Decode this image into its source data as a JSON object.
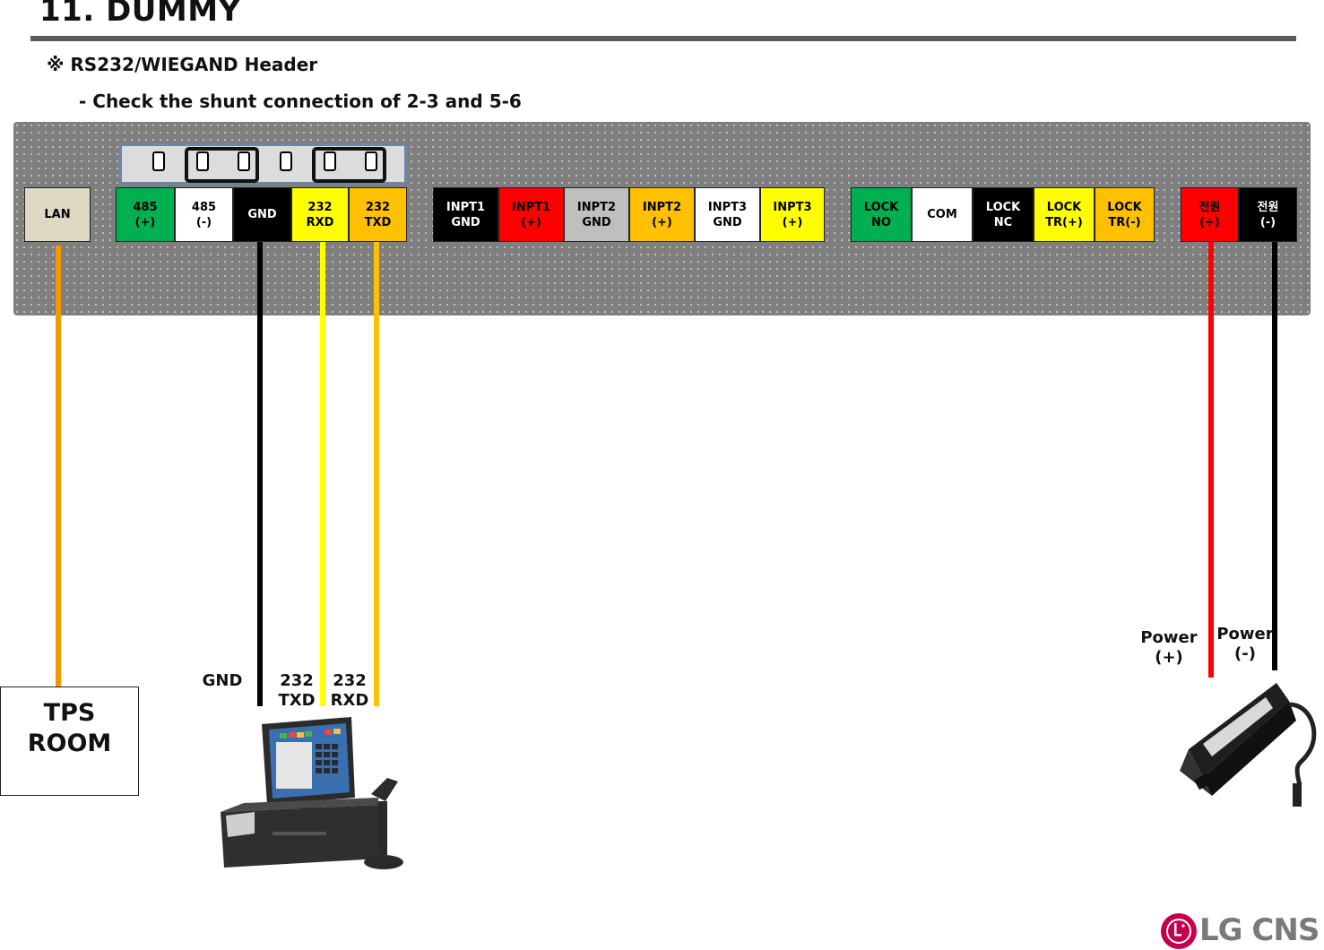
{
  "title": "11. DUMMY",
  "note": "※  RS232/WIEGAND Header",
  "subnote": "- Check the shunt connection of 2-3 and 5-6",
  "terminals": [
    {
      "label": "LAN",
      "bg": "#ddd9c3",
      "fg": "#000000"
    },
    {
      "label": "485\n(+)",
      "bg": "#00b050",
      "fg": "#000000"
    },
    {
      "label": "485\n(-)",
      "bg": "#ffffff",
      "fg": "#000000"
    },
    {
      "label": "GND",
      "bg": "#000000",
      "fg": "#ffffff"
    },
    {
      "label": "232\nRXD",
      "bg": "#ffff00",
      "fg": "#000000"
    },
    {
      "label": "232\nTXD",
      "bg": "#ffc000",
      "fg": "#000000"
    },
    {
      "label": "INPT1\nGND",
      "bg": "#000000",
      "fg": "#ffffff"
    },
    {
      "label": "INPT1\n(+)",
      "bg": "#ff0000",
      "fg": "#000000"
    },
    {
      "label": "INPT2\nGND",
      "bg": "#bfbfbf",
      "fg": "#000000"
    },
    {
      "label": "INPT2\n(+)",
      "bg": "#ffc000",
      "fg": "#000000"
    },
    {
      "label": "INPT3\nGND",
      "bg": "#ffffff",
      "fg": "#000000"
    },
    {
      "label": "INPT3\n(+)",
      "bg": "#ffff00",
      "fg": "#000000"
    },
    {
      "label": "LOCK\nNO",
      "bg": "#00b050",
      "fg": "#000000"
    },
    {
      "label": "COM",
      "bg": "#ffffff",
      "fg": "#000000"
    },
    {
      "label": "LOCK\nNC",
      "bg": "#000000",
      "fg": "#ffffff"
    },
    {
      "label": "LOCK\nTR(+)",
      "bg": "#ffff00",
      "fg": "#000000"
    },
    {
      "label": "LOCK\nTR(-)",
      "bg": "#ffc000",
      "fg": "#000000"
    },
    {
      "label": "전원\n(+)",
      "bg": "#ff0000",
      "fg": "#000000"
    },
    {
      "label": "전원\n(-)",
      "bg": "#000000",
      "fg": "#ffffff"
    }
  ],
  "wire_labels": {
    "gnd": "GND",
    "txd": "232\nTXD",
    "rxd": "232\nRXD",
    "power_plus": "Power\n(+)",
    "power_minus": "Power\n(-)"
  },
  "tps_room": "TPS\nROOM",
  "logo": "LG CNS",
  "colors": {
    "lan_wire": "#f39800",
    "gnd_wire": "#000000",
    "txd_wire": "#ffff00",
    "rxd_wire": "#ffc000",
    "power_plus_wire": "#ff0000",
    "power_minus_wire": "#000000",
    "logo_red": "#c4004d"
  }
}
